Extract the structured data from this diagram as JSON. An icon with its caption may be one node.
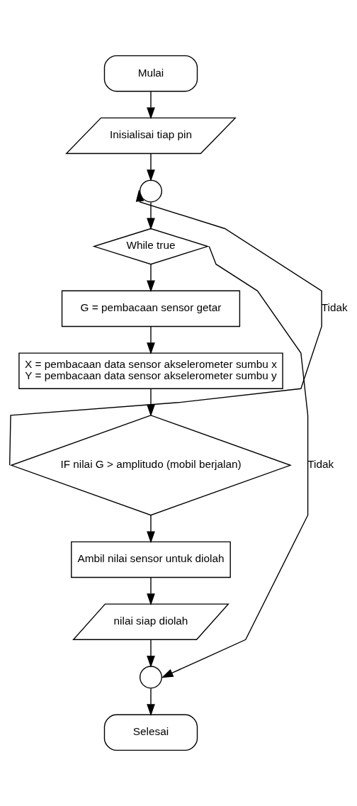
{
  "diagram": {
    "nodes": [
      {
        "text": [
          "Mulai"
        ]
      },
      {
        "text": [
          "Inisialisai tiap pin"
        ]
      },
      {
        "text": [],
        "shape": "circle"
      },
      {
        "text": [
          "While true"
        ]
      },
      {
        "text": [
          "G = pembacaan sensor getar"
        ]
      },
      {
        "text": [
          "X = pembacaan data sensor akselerometer sumbu x",
          "Y = pembacaan data sensor akselerometer sumbu y"
        ]
      },
      {
        "text": [
          "IF nilai G > amplitudo (mobil berjalan)"
        ]
      },
      {
        "text": [
          "Ambil nilai sensor untuk diolah"
        ]
      },
      {
        "text": [
          "nilai siap diolah"
        ]
      },
      {
        "text": [],
        "shape": "circle"
      },
      {
        "text": [
          "Selesai"
        ]
      }
    ],
    "edges": [
      {
        "from": 0,
        "to": 1,
        "arrow": "to"
      },
      {
        "from": 1,
        "to": 2,
        "arrow": "to"
      },
      {
        "from": 2,
        "to": 3,
        "arrow": "to"
      },
      {
        "from": 3,
        "to": 4,
        "arrow": "to"
      },
      {
        "from": 4,
        "to": 5,
        "arrow": "to"
      },
      {
        "from": 5,
        "to": 6,
        "arrow": "to"
      },
      {
        "from": 6,
        "to": 7,
        "arrow": "to"
      },
      {
        "from": 7,
        "to": 8,
        "arrow": "to"
      },
      {
        "from": 8,
        "to": 9,
        "arrow": "to"
      },
      {
        "from": 9,
        "to": 10,
        "arrow": "to"
      },
      {
        "from": 6,
        "to": 2,
        "arrow": "to",
        "label": "Tidak"
      },
      {
        "from": 3,
        "to": 9,
        "arrow": "to",
        "label": "Tidak"
      }
    ]
  }
}
